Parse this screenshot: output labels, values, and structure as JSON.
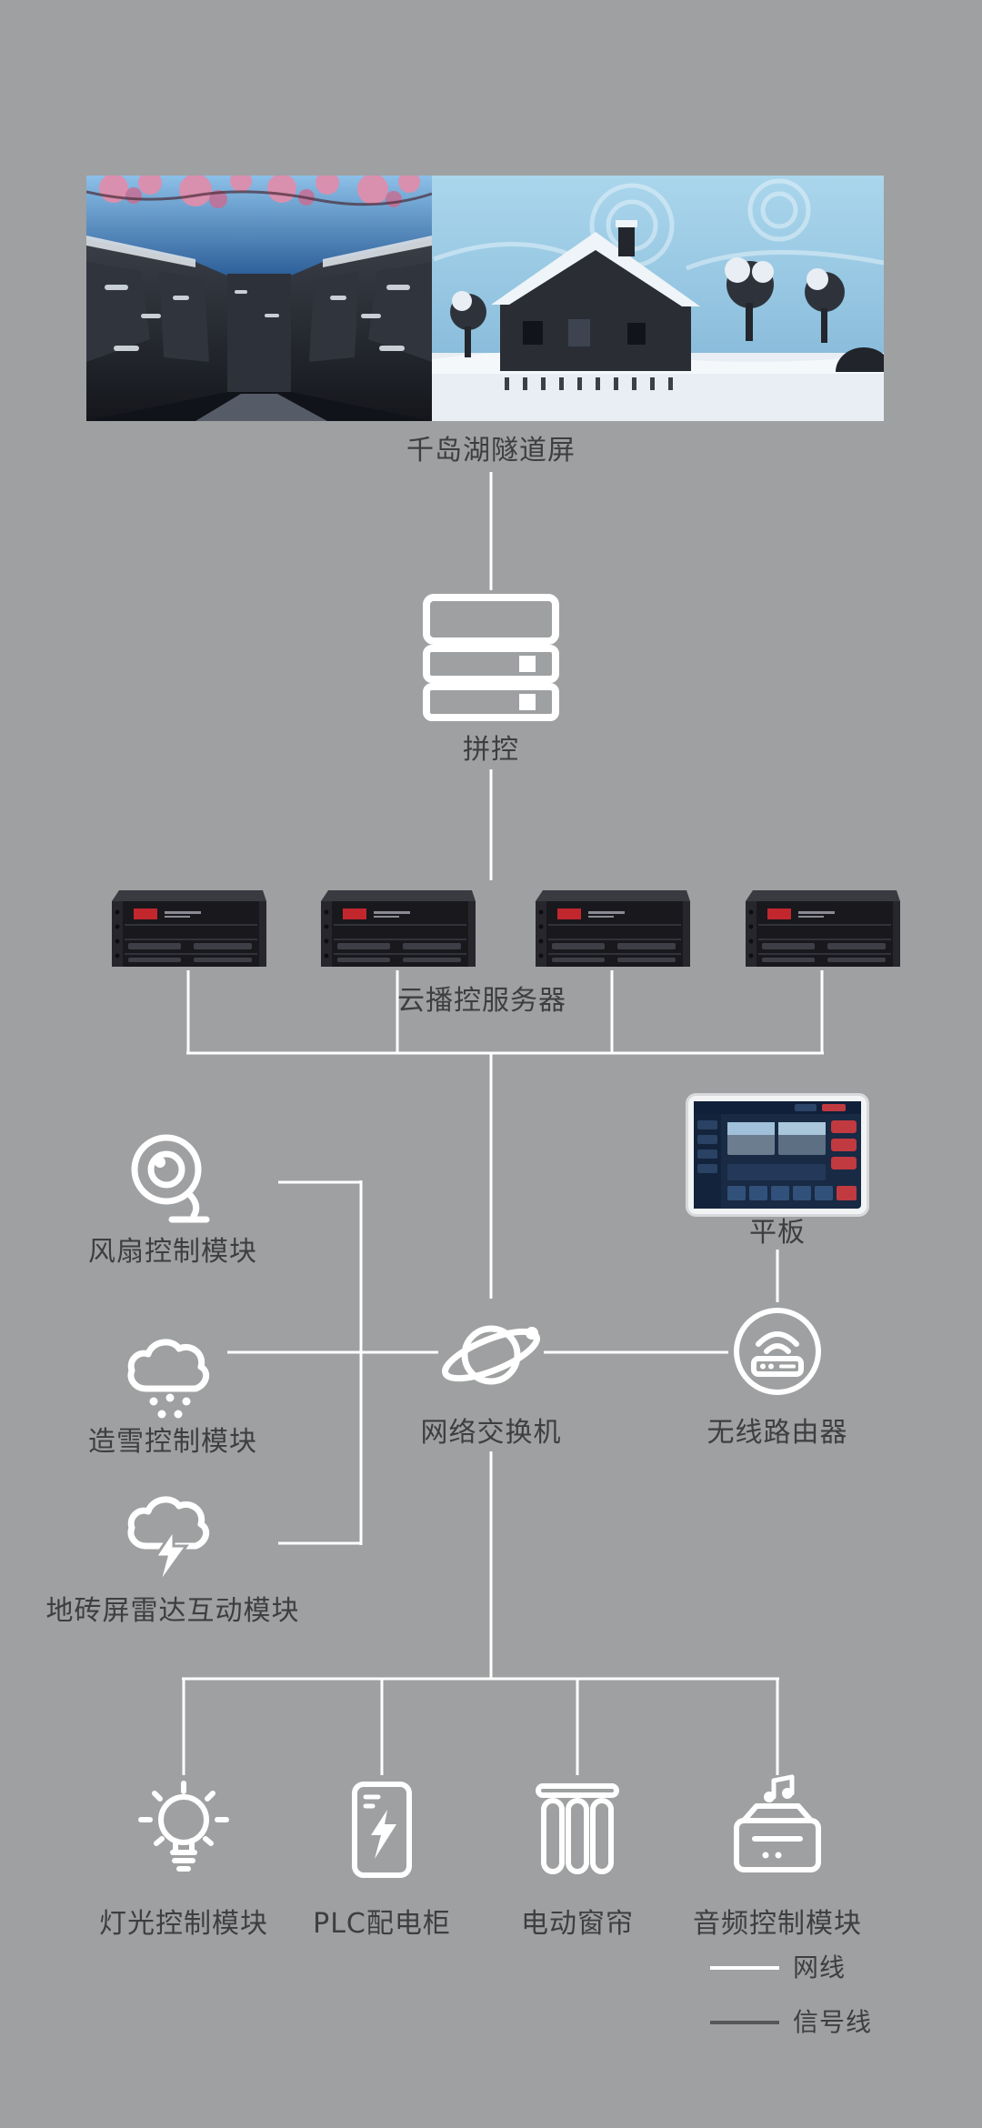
{
  "page": {
    "background": "#9EA0A1",
    "cable_color": "#FFFFFF",
    "text_color": "#3E3E40"
  },
  "nodes": {
    "tunnel_screen": "千岛湖隧道屏",
    "splicer": "拼控",
    "cloud_server": "云播控服务器",
    "tablet": "平板",
    "fan_module": "风扇控制模块",
    "snow_module": "造雪控制模块",
    "network_switch": "网络交换机",
    "wireless_router": "无线路由器",
    "radar_module": "地砖屏雷达互动模块",
    "light_module": "灯光控制模块",
    "plc_cabinet": "PLC配电柜",
    "curtain": "电动窗帘",
    "audio_module": "音频控制模块"
  },
  "legend": {
    "items": [
      {
        "label": "网线",
        "color": "#FFFFFF"
      },
      {
        "label": "信号线",
        "color": "#57575A"
      }
    ]
  }
}
